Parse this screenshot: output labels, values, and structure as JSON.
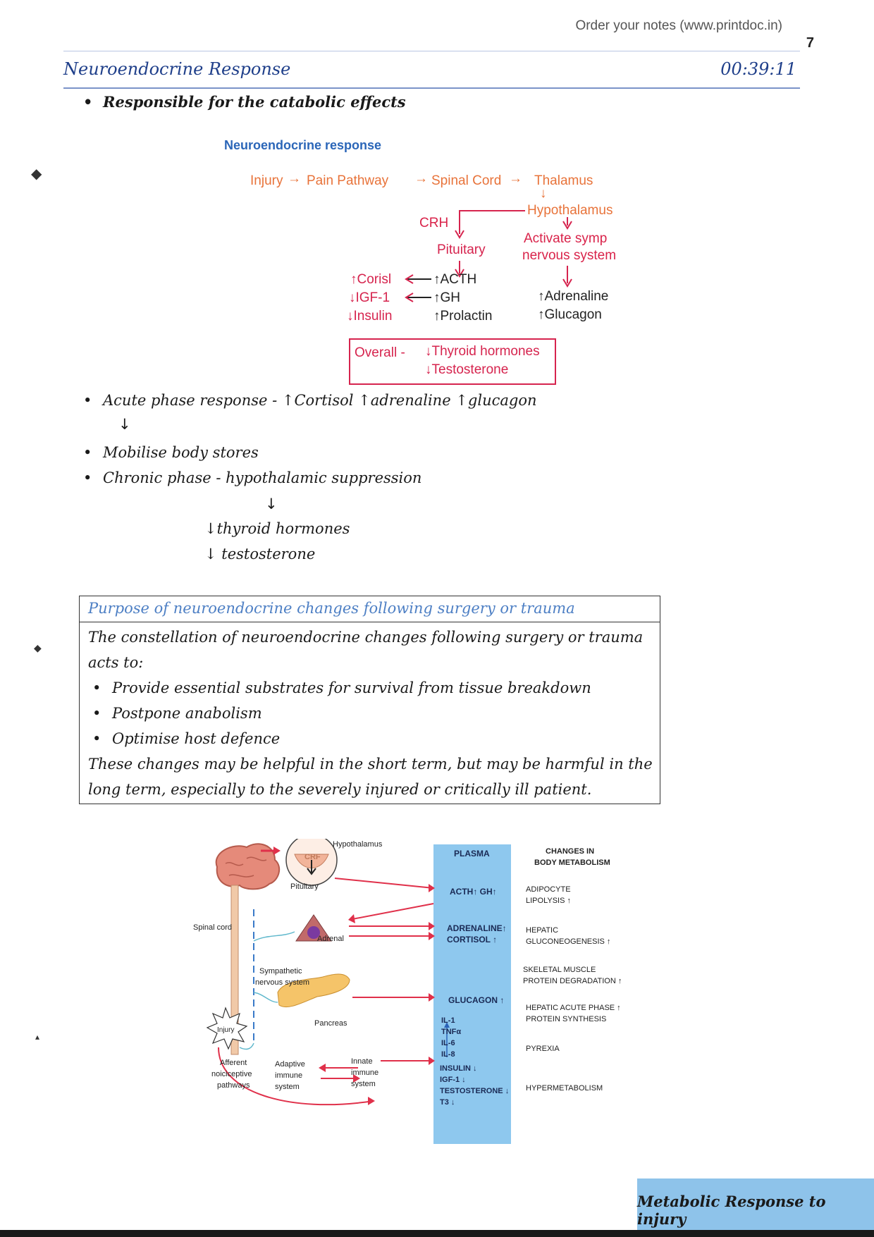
{
  "header": {
    "site": "Order your notes (www.printdoc.in)",
    "page_number": "7",
    "title": "Neuroendocrine Response",
    "timestamp": "00:39:11"
  },
  "intro_bullet": "Responsible for the catabolic effects",
  "flow": {
    "heading": "Neuroendocrine response",
    "injury": "Injury",
    "pain": "Pain Pathway",
    "spinal": "Spinal Cord",
    "thalamus": "Thalamus",
    "hypothalamus": "Hypothalamus",
    "crh": "CRH",
    "pituitary": "Pituitary",
    "symp1": "Activate symp",
    "symp2": "nervous system",
    "cortisol": "↑Corisl",
    "igf": "↓IGF-1",
    "insulin": "↓Insulin",
    "acth": "↑ACTH",
    "gh": "↑GH",
    "prolactin": "↑Prolactin",
    "adrenaline": "↑Adrenaline",
    "glucagon": "↑Glucagon",
    "overall": "Overall -",
    "thyroid": "↓Thyroid hormones",
    "testosterone": "↓Testosterone"
  },
  "notes": {
    "acute": "Acute phase response - ↑Cortisol ↑adrenaline ↑glucagon",
    "arrow1": "↓",
    "mobilise": "Mobilise body stores",
    "chronic": "Chronic phase - hypothalamic suppression",
    "arrow2": "↓",
    "thyroid": "↓thyroid hormones",
    "testo": "↓ testosterone"
  },
  "purpose": {
    "heading": "Purpose of neuroendocrine changes following surgery or trauma",
    "line1": "The constellation of neuroendocrine changes following surgery or trauma",
    "line2": "acts to:",
    "items": [
      "Provide essential substrates for survival from tissue breakdown",
      "Postpone anabolism",
      "Optimise host defence"
    ],
    "closing1": "These changes may be helpful in the short term, but may be harmful in the",
    "closing2": "long term, especially to the severely injured or critically ill patient."
  },
  "figure": {
    "hypothalamus": "Hypothalamus",
    "crf": "CRF",
    "pituitary": "Pituitary",
    "spinal_cord": "Spinal cord",
    "adrenal": "Adrenal",
    "symp1": "Sympathetic",
    "symp2": "nervous system",
    "pancreas": "Pancreas",
    "injury": "Injury",
    "afferent1": "Afferent",
    "afferent2": "noiciceptive",
    "afferent3": "pathways",
    "adaptive1": "Adaptive",
    "adaptive2": "immune",
    "adaptive3": "system",
    "innate1": "Innate",
    "innate2": "immune",
    "innate3": "system",
    "plasma": "PLASMA",
    "changes1": "CHANGES IN",
    "changes2": "BODY METABOLISM",
    "acth_gh": "ACTH↑ GH↑",
    "adrenaline": "ADRENALINE↑",
    "cortisol": "CORTISOL ↑",
    "glucagon": "GLUCAGON ↑",
    "il1": "IL-1",
    "tnf": "TNFα",
    "il6": "IL-6",
    "il8": "IL-8",
    "insulin": "INSULIN ↓",
    "igf": "IGF-1 ↓",
    "testosterone": "TESTOSTERONE ↓",
    "t3": "T3 ↓",
    "adipo1": "ADIPOCYTE",
    "adipo2": "LIPOLYSIS ↑",
    "hep1": "HEPATIC",
    "hep2": "GLUCONEOGENESIS ↑",
    "skel1": "SKELETAL MUSCLE",
    "skel2": "PROTEIN DEGRADATION ↑",
    "hac1": "HEPATIC ACUTE PHASE ↑",
    "hac2": "PROTEIN SYNTHESIS",
    "pyrexia": "PYREXIA",
    "hyper": "HYPERMETABOLISM"
  },
  "footer": "Metabolic Response to injury",
  "colors": {
    "title_blue": "#1f3f8a",
    "flow_orange": "#e8733a",
    "flow_red": "#d6244e",
    "plasma_blue": "#8ec8ee",
    "footer_blue": "#8ec3ea"
  }
}
